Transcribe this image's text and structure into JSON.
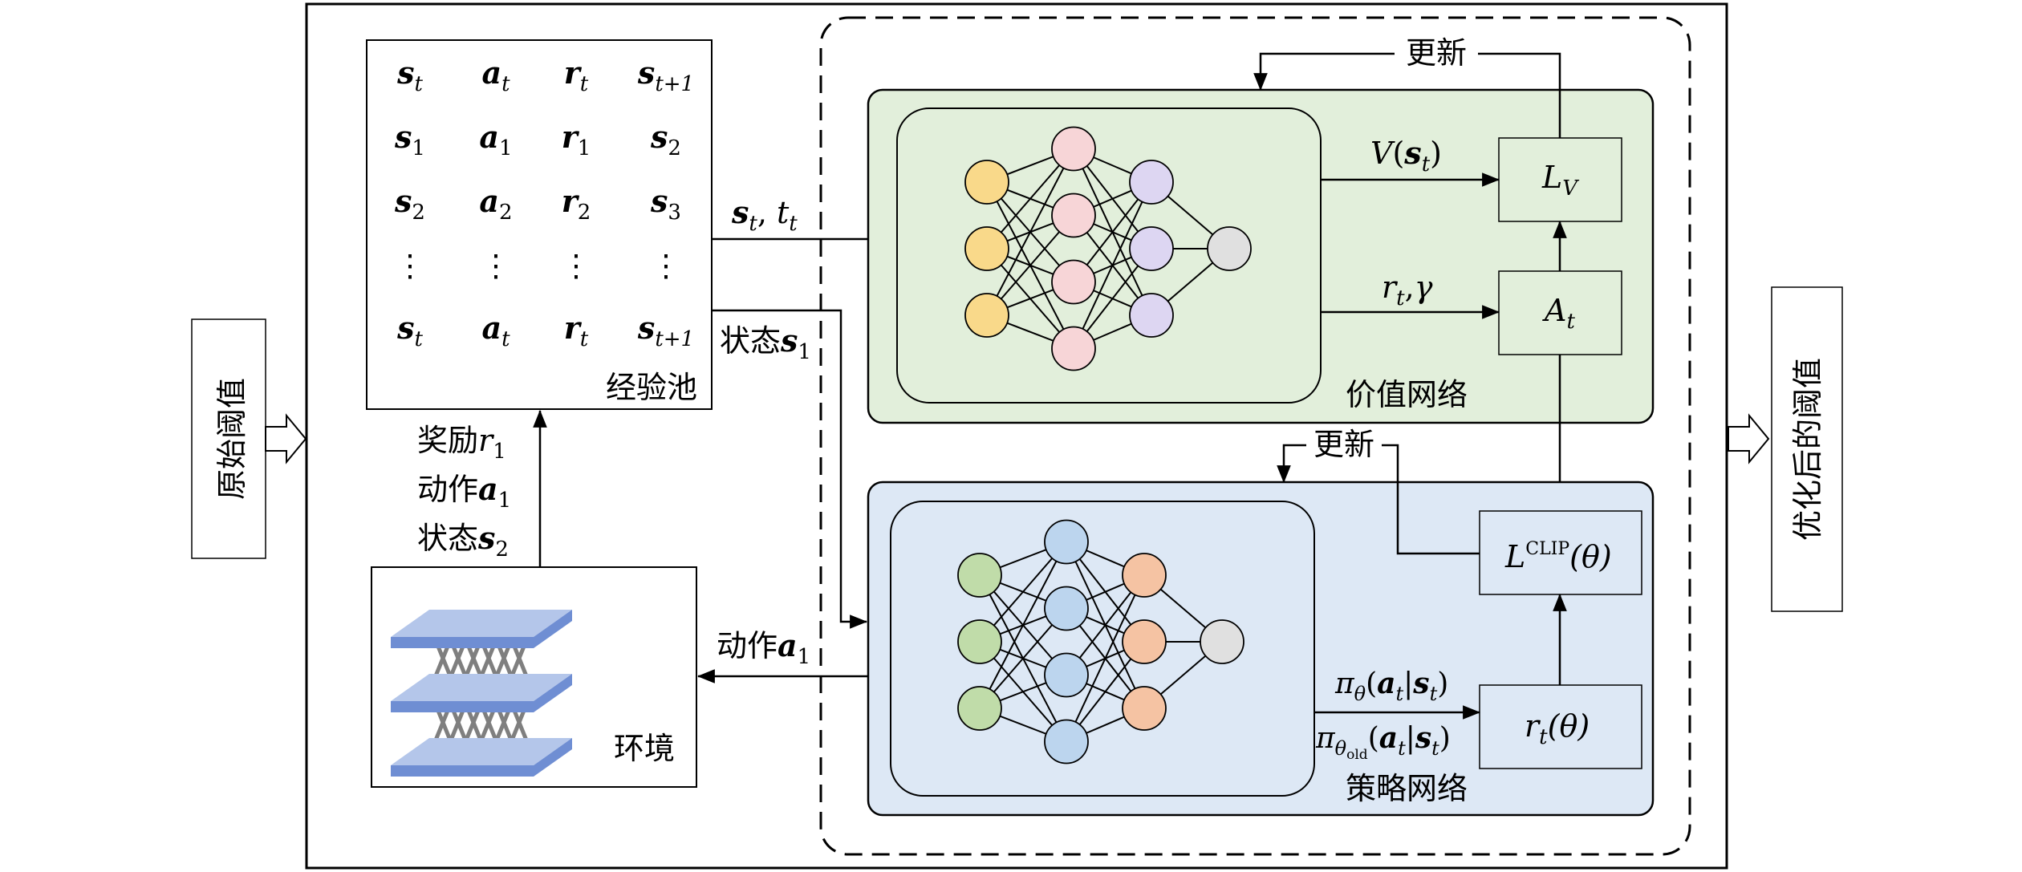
{
  "left_label": "原始阈值",
  "right_label": "优化后的阈值",
  "buffer": {
    "title": "经验池",
    "rows": [
      [
        {
          "s": "s",
          "sub": "t"
        },
        {
          "s": "a",
          "sub": "t"
        },
        {
          "s": "r",
          "sub": "t"
        },
        {
          "s": "s",
          "sub": "t+1"
        }
      ],
      [
        {
          "s": "s",
          "sub": "1"
        },
        {
          "s": "a",
          "sub": "1"
        },
        {
          "s": "r",
          "sub": "1"
        },
        {
          "s": "s",
          "sub": "2"
        }
      ],
      [
        {
          "s": "s",
          "sub": "2"
        },
        {
          "s": "a",
          "sub": "2"
        },
        {
          "s": "r",
          "sub": "2"
        },
        {
          "s": "s",
          "sub": "3"
        }
      ],
      [
        {
          "s": "⋮",
          "sub": ""
        },
        {
          "s": "⋮",
          "sub": ""
        },
        {
          "s": "⋮",
          "sub": ""
        },
        {
          "s": "⋮",
          "sub": ""
        }
      ],
      [
        {
          "s": "s",
          "sub": "t"
        },
        {
          "s": "a",
          "sub": "t"
        },
        {
          "s": "r",
          "sub": "t"
        },
        {
          "s": "s",
          "sub": "t+1"
        }
      ]
    ]
  },
  "env": {
    "title": "环境"
  },
  "feedback": {
    "reward_prefix": "奖励",
    "reward_var": "r",
    "reward_sub": "1",
    "action_prefix": "动作",
    "action_var": "a",
    "action_sub": "1",
    "state_prefix": "状态",
    "state_var": "s",
    "state_sub": "2"
  },
  "to_value": {
    "s_var": "s",
    "s_sub": "t",
    "sep": ",",
    "t_var": "t",
    "t_sub": "t"
  },
  "to_policy": {
    "prefix": "状态",
    "var": "s",
    "sub": "1"
  },
  "to_env": {
    "prefix": "动作",
    "var": "a",
    "sub": "1"
  },
  "value_net": {
    "title": "价值网络",
    "update": "更新",
    "out_V": {
      "fn": "V",
      "open": "(",
      "var": "s",
      "sub": "t",
      "close": ")"
    },
    "out_r": {
      "var": "r",
      "sub": "t",
      "sep": ",",
      "gamma": "γ"
    },
    "LV": {
      "var": "L",
      "sub": "V"
    },
    "At": {
      "var": "A",
      "sub": "t"
    },
    "layer_colors": [
      "#f9d98a",
      "#f7d5d7",
      "#ddd6f2",
      "#e0e0e0"
    ],
    "panel_color": "#e2efdb",
    "inner_color": "#e2efdb"
  },
  "policy_net": {
    "title": "策略网络",
    "update": "更新",
    "pi": {
      "fn": "π",
      "sub": "θ",
      "open": "(",
      "a": "a",
      "a_sub": "t",
      "bar": "|",
      "s": "s",
      "s_sub": "t",
      "close": ")"
    },
    "pi_old": {
      "fn": "π",
      "sub": "θ",
      "subsub": "old",
      "open": "(",
      "a": "a",
      "a_sub": "t",
      "bar": "|",
      "s": "s",
      "s_sub": "t",
      "close": ")"
    },
    "Lclip": {
      "var": "L",
      "sup": "CLIP",
      "arg": "(θ)"
    },
    "ratio": {
      "var": "r",
      "sub": "t",
      "arg": "(θ)"
    },
    "layer_colors": [
      "#c0dca9",
      "#bcd5ee",
      "#f5c3a3",
      "#e0e0e0"
    ],
    "panel_color": "#dde8f5",
    "inner_color": "#dde8f5"
  },
  "colors": {
    "line": "#000000",
    "env_plate": "#b4c6ea",
    "env_plate_side": "#6f8ed3",
    "env_rod": "#7f7f7f"
  }
}
